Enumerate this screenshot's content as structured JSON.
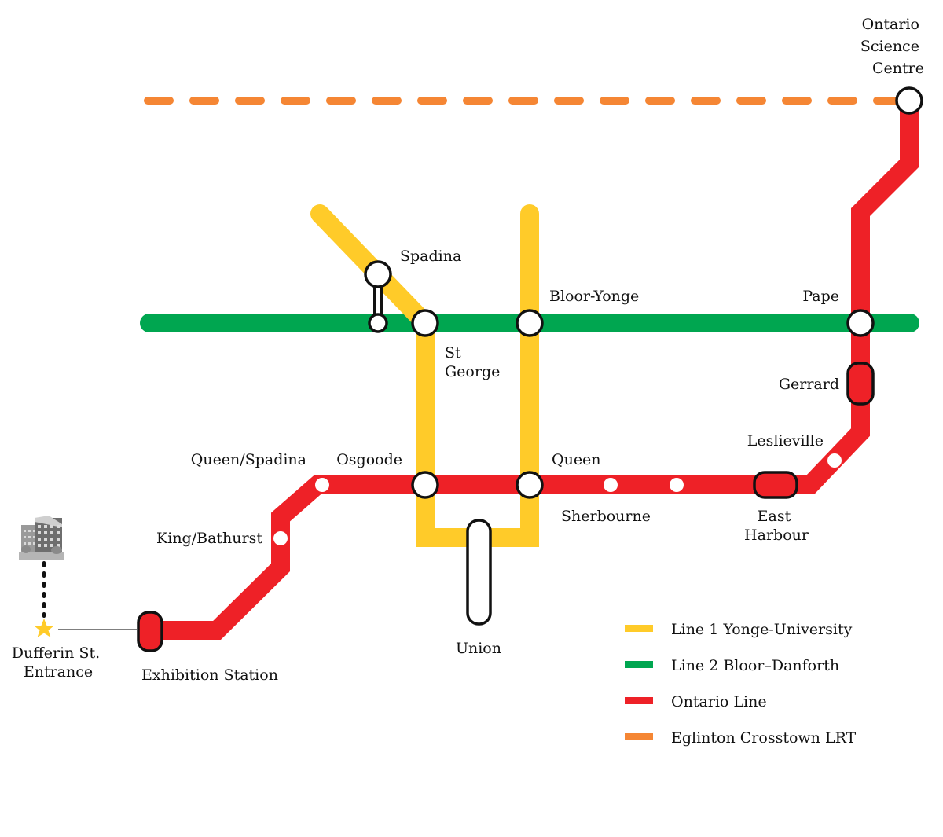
{
  "colors": {
    "line1": "#FFCB29",
    "line2": "#00A650",
    "ontario": "#EE2127",
    "eglinton": "#F58634",
    "entrance_star": "#FFCB29"
  },
  "stations": {
    "ontario_science_centre": [
      "Ontario",
      "Science",
      "Centre"
    ],
    "spadina": "Spadina",
    "bloor_yonge": "Bloor-Yonge",
    "pape": "Pape",
    "st_george": [
      "St",
      "George"
    ],
    "gerrard": "Gerrard",
    "leslieville": "Leslieville",
    "queen_spadina": "Queen/Spadina",
    "osgoode": "Osgoode",
    "queen": "Queen",
    "sherbourne": "Sherbourne",
    "east_harbour": [
      "East",
      "Harbour"
    ],
    "king_bathurst": "King/Bathurst",
    "union": "Union",
    "exhibition": "Exhibition Station",
    "dufferin_entrance": [
      "Dufferin St.",
      "Entrance"
    ]
  },
  "legend": [
    {
      "label": "Line 1 Yonge-University",
      "color": "#FFCB29"
    },
    {
      "label": "Line 2 Bloor–Danforth",
      "color": "#00A650"
    },
    {
      "label": "Ontario Line",
      "color": "#EE2127"
    },
    {
      "label": "Eglinton Crosstown LRT",
      "color": "#F58634"
    }
  ],
  "icons": {
    "building": "building-icon",
    "star": "star-icon"
  }
}
